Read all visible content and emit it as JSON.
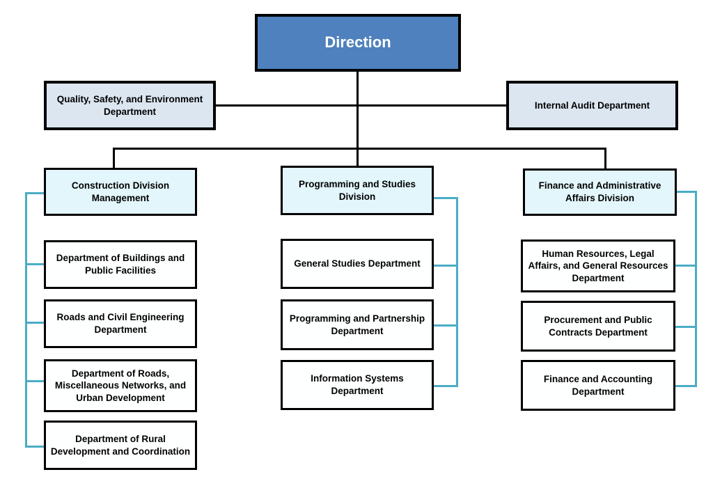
{
  "colors": {
    "pageBg": "#FFFFFF",
    "rootFill": "#4E81BD",
    "rootText": "#FFFFFF",
    "staffFill": "#DCE6F1",
    "divisionFill": "#E2F6FB",
    "leafFill": "#FEFFFF",
    "border": "#000000",
    "connectorBlack": "#000000",
    "connectorCyan": "#4BACC6",
    "text": "#000000"
  },
  "org": {
    "root": {
      "label": "Direction"
    },
    "staff": [
      {
        "label": "Quality, Safety, and Environment Department"
      },
      {
        "label": "Internal Audit Department"
      }
    ],
    "divisions": [
      {
        "label": "Construction Division Management",
        "departments": [
          {
            "label": "Department of Buildings and Public Facilities"
          },
          {
            "label": "Roads and Civil Engineering Department"
          },
          {
            "label": "Department of Roads, Miscellaneous Networks, and Urban Development"
          },
          {
            "label": "Department of Rural Development and Coordination"
          }
        ]
      },
      {
        "label": "Programming and Studies Division",
        "departments": [
          {
            "label": "General Studies Department"
          },
          {
            "label": "Programming and Partnership Department"
          },
          {
            "label": "Information Systems Department"
          }
        ]
      },
      {
        "label": "Finance and Administrative Affairs Division",
        "departments": [
          {
            "label": "Human Resources, Legal Affairs, and General Resources Department"
          },
          {
            "label": "Procurement and Public Contracts Department"
          },
          {
            "label": "Finance and Accounting Department"
          }
        ]
      }
    ]
  }
}
